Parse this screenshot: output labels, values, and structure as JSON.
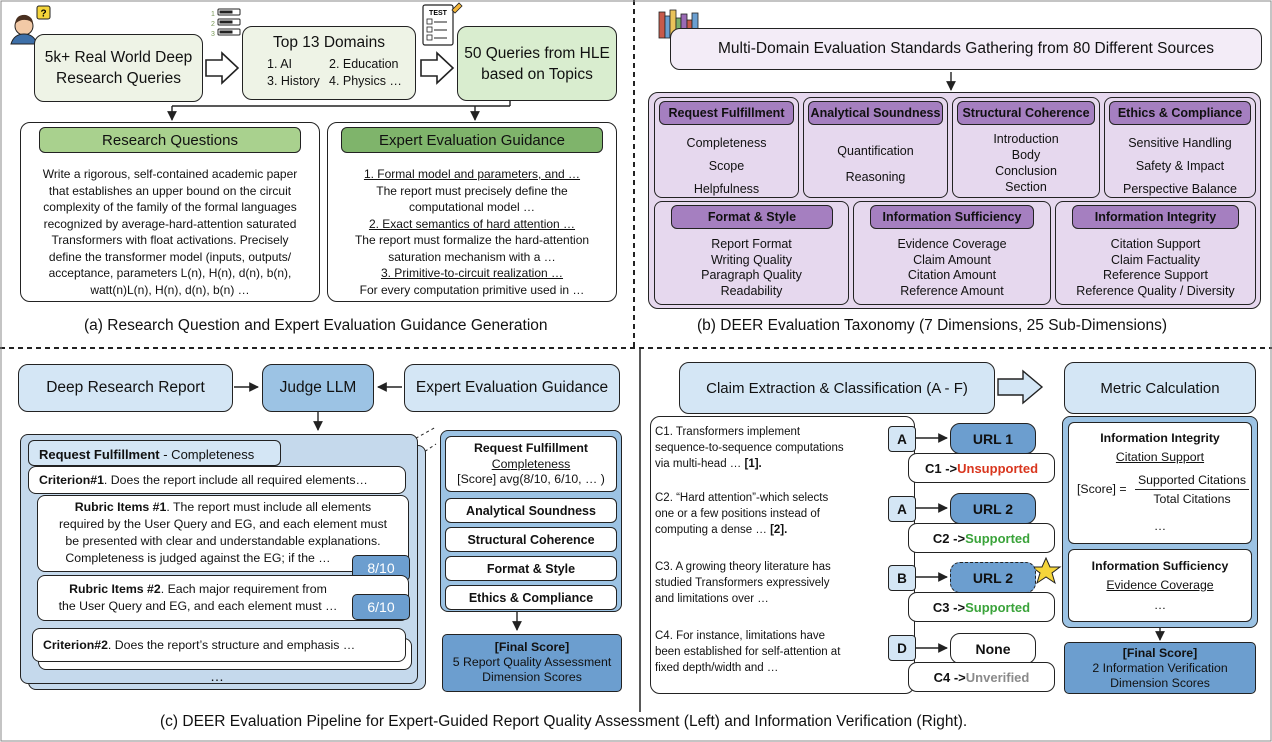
{
  "panel_a": {
    "box1": [
      "5k+ Real World Deep",
      "Research Queries"
    ],
    "domains_title": "Top 13 Domains",
    "domains_rows": [
      [
        "1. AI",
        "2. Education"
      ],
      [
        "3. History",
        "4. Physics …"
      ]
    ],
    "queries_box": [
      "50 Queries from HLE",
      "based on Topics"
    ],
    "rq_title": "Research Questions",
    "rq_lines": [
      "Write a rigorous, self-contained academic paper",
      "that establishes an upper bound on the circuit",
      "complexity of the family of the formal languages",
      "recognized by average-hard-attention saturated",
      "Transformers with float activations. Precisely",
      "define the transformer model (inputs, outputs/",
      "acceptance, parameters L(n), H(n), d(n), b(n),",
      "watt(n)L(n), H(n), d(n), b(n) …"
    ],
    "eg_title": "Expert Evaluation Guidance",
    "eg_lines": [
      {
        "t": "1. Formal model and parameters, and …",
        "u": true
      },
      {
        "t": "The report must precisely define the",
        "u": false
      },
      {
        "t": "computational model …",
        "u": false
      },
      {
        "t": "2. Exact semantics of hard attention …",
        "u": true
      },
      {
        "t": "The report must formalize the hard-attention",
        "u": false
      },
      {
        "t": "saturation mechanism with a …",
        "u": false
      },
      {
        "t": "3. Primitive-to-circuit realization …",
        "u": true
      },
      {
        "t": "For every computation primitive used in …",
        "u": false
      }
    ],
    "caption": "(a) Research Question and Expert Evaluation Guidance Generation",
    "test_icon_label": "TEST"
  },
  "panel_b": {
    "header": "Multi-Domain Evaluation Standards Gathering from 80 Different Sources",
    "dims_row1": [
      {
        "name": "Request Fulfillment",
        "items": [
          "Completeness",
          "Scope",
          "Helpfulness"
        ]
      },
      {
        "name": "Analytical Soundness",
        "items": [
          "Quantification",
          "Reasoning"
        ]
      },
      {
        "name": "Structural Coherence",
        "items": [
          "Introduction",
          "Body",
          "Conclusion",
          "Section"
        ]
      },
      {
        "name": "Ethics & Compliance",
        "items": [
          "Sensitive Handling",
          "Safety & Impact",
          "Perspective Balance"
        ]
      }
    ],
    "dims_row2": [
      {
        "name": "Format & Style",
        "items": [
          "Report Format",
          "Writing Quality",
          "Paragraph Quality",
          "Readability"
        ]
      },
      {
        "name": "Information Sufficiency",
        "items": [
          "Evidence Coverage",
          "Claim Amount",
          "Citation Amount",
          "Reference Amount"
        ]
      },
      {
        "name": "Information Integrity",
        "items": [
          "Citation Support",
          "Claim Factuality",
          "Reference Support",
          "Reference Quality / Diversity"
        ]
      }
    ],
    "caption": "(b) DEER Evaluation Taxonomy (7 Dimensions, 25 Sub-Dimensions)"
  },
  "panel_c_left": {
    "report": "Deep Research Report",
    "judge": "Judge LLM",
    "guidance": "Expert Evaluation Guidance",
    "card_title_bold": "Request Fulfillment",
    "card_title_rest": " - Completeness",
    "criterion1_bold": "Criterion#1",
    "criterion1_rest": ". Does the report include all required elements…",
    "rubric1_bold": "Rubric Items #1",
    "rubric1_lines": [
      ". The report must include all elements",
      "required by the User Query and EG, and each element must",
      "be presented with clear and understandable explanations.",
      "Completeness is judged against the EG; if the …"
    ],
    "score1": "8/10",
    "rubric2_bold": "Rubric Items #2",
    "rubric2_lines": [
      ". Each major requirement from",
      "the User Query and EG, and each element must …"
    ],
    "score2": "6/10",
    "criterion2_bold": "Criterion#2",
    "criterion2_rest": ". Does the report’s structure and emphasis …",
    "ellipsis": "…",
    "side_title": "Request Fulfillment",
    "side_sub": "Completeness",
    "side_score": "[Score] avg(8/10, 6/10, … )",
    "side_dims": [
      "Analytical Soundness",
      "Structural Coherence",
      "Format & Style",
      "Ethics & Compliance"
    ],
    "final_title": "[Final Score]",
    "final_lines": [
      "5 Report Quality Assessment",
      "Dimension Scores"
    ]
  },
  "panel_c_right": {
    "extract": "Claim Extraction & Classification (A - F)",
    "metric": "Metric Calculation",
    "claims": [
      {
        "lines": [
          "C1. Transformers implement",
          "sequence-to-sequence computations",
          "via multi-head … "
        ],
        "cite": "[1]."
      },
      {
        "lines": [
          "C2. “Hard attention”-which selects",
          "one or a few positions instead of",
          "computing a dense … "
        ],
        "cite": "[2]."
      },
      {
        "lines": [
          "C3. A growing theory literature has",
          "studied Transformers expressively",
          "and limitations over …"
        ],
        "cite": ""
      },
      {
        "lines": [
          "C4. For instance, limitations have",
          "been established for self-attention at",
          "fixed depth/width and …"
        ],
        "cite": ""
      }
    ],
    "tags": [
      "A",
      "A",
      "B",
      "D"
    ],
    "urls": [
      "URL 1",
      "URL 2",
      "URL 2",
      "None"
    ],
    "results": [
      {
        "claim": "C1 -> ",
        "verdict": "Unsupported",
        "color": "#d9361e"
      },
      {
        "claim": "C2 -> ",
        "verdict": "Supported",
        "color": "#3aa33a"
      },
      {
        "claim": "C3 -> ",
        "verdict": "Supported",
        "color": "#3aa33a"
      },
      {
        "claim": "C4 -> ",
        "verdict": "Unverified",
        "color": "#8a8a8a"
      }
    ],
    "integrity_title": "Information Integrity",
    "integrity_sub": "Citation Support",
    "formula_prefix": "[Score] =",
    "formula_num": "Supported Citations",
    "formula_den": "Total Citations",
    "integrity_more": "…",
    "sufficiency_title": "Information Sufficiency",
    "sufficiency_sub": "Evidence Coverage",
    "sufficiency_more": "…",
    "final_title": "[Final Score]",
    "final_lines": [
      "2 Information Verification",
      "Dimension Scores"
    ]
  },
  "caption_c": "(c) DEER Evaluation Pipeline for Expert-Guided Report Quality Assessment (Left) and Information Verification (Right).",
  "colors": {
    "pale_green": "#eef3e6",
    "mid_green": "#d9edcf",
    "green_header": "#a9d18e",
    "dark_green_header": "#7fb46b",
    "lavender": "#f3ecf7",
    "purple_panel": "#e6d8ee",
    "purple_header": "#a57fc0",
    "light_blue": "#d4e6f5",
    "mid_blue": "#9cc3e4",
    "steel_blue": "#6c9ecf",
    "star": "#f5d53a"
  }
}
